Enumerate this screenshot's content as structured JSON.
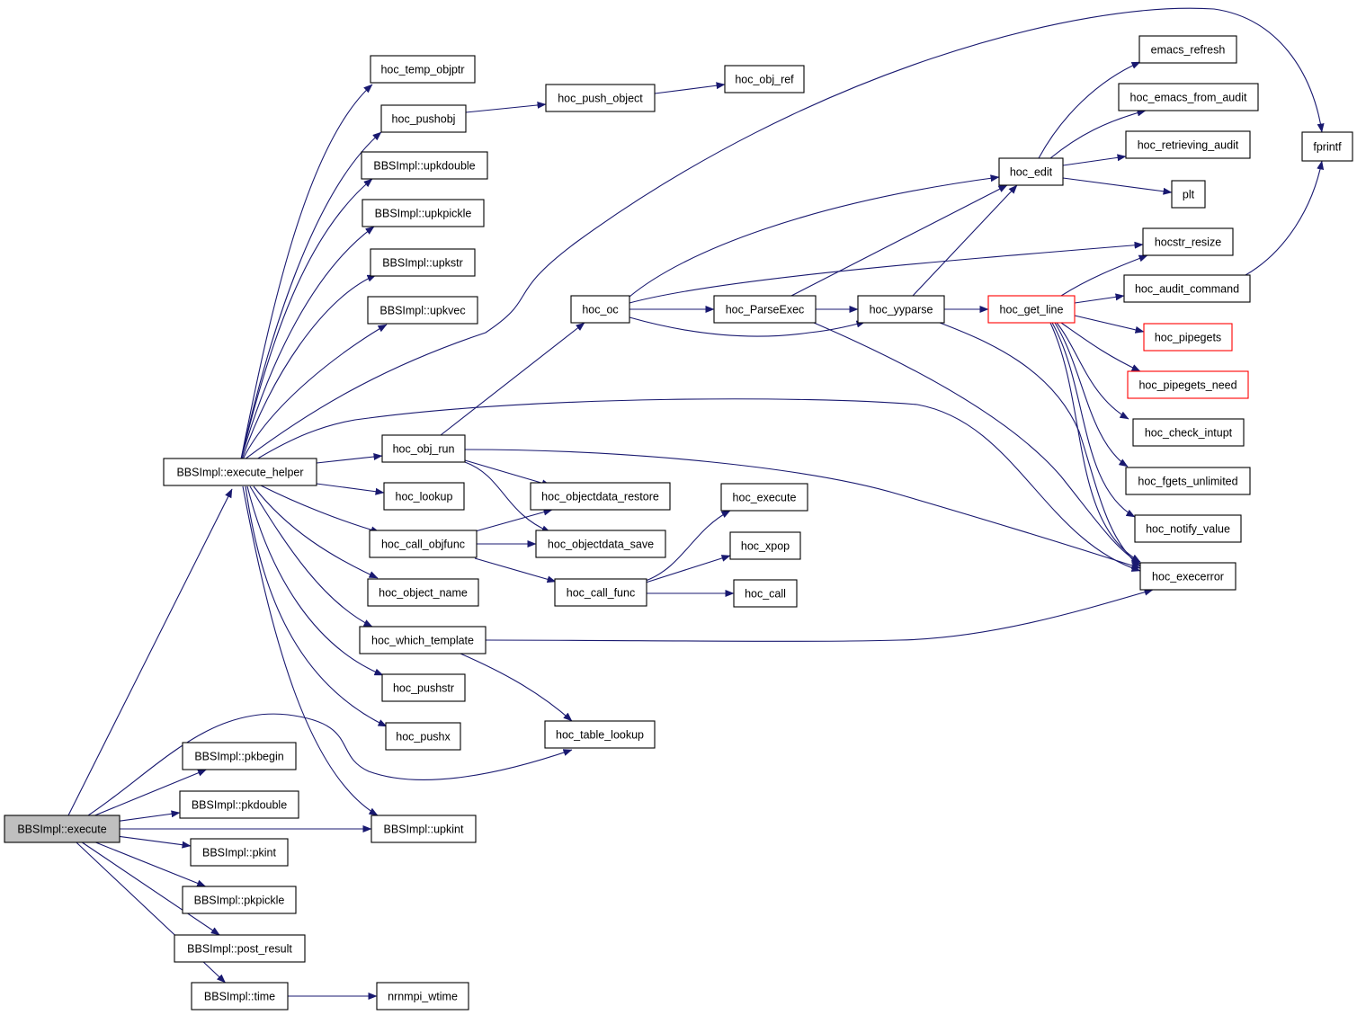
{
  "colors": {
    "edge": "#191970",
    "node_border": "#000000",
    "node_border_truncated": "#ff0000",
    "root_fill": "#bfbfbf",
    "node_fill": "#ffffff"
  },
  "nodes": [
    {
      "id": "execute",
      "label": "BBSImpl::execute",
      "style": "root"
    },
    {
      "id": "execute_helper",
      "label": "BBSImpl::execute_helper"
    },
    {
      "id": "pkbegin",
      "label": "BBSImpl::pkbegin"
    },
    {
      "id": "pkdouble",
      "label": "BBSImpl::pkdouble"
    },
    {
      "id": "pkint",
      "label": "BBSImpl::pkint"
    },
    {
      "id": "pkpickle",
      "label": "BBSImpl::pkpickle"
    },
    {
      "id": "post_result",
      "label": "BBSImpl::post_result"
    },
    {
      "id": "time",
      "label": "BBSImpl::time"
    },
    {
      "id": "nrnmpi_wtime",
      "label": "nrnmpi_wtime"
    },
    {
      "id": "upkint",
      "label": "BBSImpl::upkint"
    },
    {
      "id": "hoc_table_lookup",
      "label": "hoc_table_lookup"
    },
    {
      "id": "hoc_temp_objptr",
      "label": "hoc_temp_objptr"
    },
    {
      "id": "hoc_pushobj",
      "label": "hoc_pushobj"
    },
    {
      "id": "upkdouble",
      "label": "BBSImpl::upkdouble"
    },
    {
      "id": "upkpickle",
      "label": "BBSImpl::upkpickle"
    },
    {
      "id": "upkstr",
      "label": "BBSImpl::upkstr"
    },
    {
      "id": "upkvec",
      "label": "BBSImpl::upkvec"
    },
    {
      "id": "hoc_obj_run",
      "label": "hoc_obj_run"
    },
    {
      "id": "hoc_lookup",
      "label": "hoc_lookup"
    },
    {
      "id": "hoc_call_objfunc",
      "label": "hoc_call_objfunc"
    },
    {
      "id": "hoc_object_name",
      "label": "hoc_object_name"
    },
    {
      "id": "hoc_which_template",
      "label": "hoc_which_template"
    },
    {
      "id": "hoc_pushstr",
      "label": "hoc_pushstr"
    },
    {
      "id": "hoc_pushx",
      "label": "hoc_pushx"
    },
    {
      "id": "hoc_push_object",
      "label": "hoc_push_object"
    },
    {
      "id": "hoc_obj_ref",
      "label": "hoc_obj_ref"
    },
    {
      "id": "hoc_oc",
      "label": "hoc_oc"
    },
    {
      "id": "hoc_objectdata_restore",
      "label": "hoc_objectdata_restore"
    },
    {
      "id": "hoc_objectdata_save",
      "label": "hoc_objectdata_save"
    },
    {
      "id": "hoc_call_func",
      "label": "hoc_call_func"
    },
    {
      "id": "hoc_execute",
      "label": "hoc_execute"
    },
    {
      "id": "hoc_xpop",
      "label": "hoc_xpop"
    },
    {
      "id": "hoc_call",
      "label": "hoc_call"
    },
    {
      "id": "hoc_ParseExec",
      "label": "hoc_ParseExec"
    },
    {
      "id": "hoc_yyparse",
      "label": "hoc_yyparse"
    },
    {
      "id": "hoc_edit",
      "label": "hoc_edit"
    },
    {
      "id": "hoc_get_line",
      "label": "hoc_get_line",
      "style": "truncated"
    },
    {
      "id": "emacs_refresh",
      "label": "emacs_refresh"
    },
    {
      "id": "hoc_emacs_from_audit",
      "label": "hoc_emacs_from_audit"
    },
    {
      "id": "hoc_retrieving_audit",
      "label": "hoc_retrieving_audit"
    },
    {
      "id": "plt",
      "label": "plt"
    },
    {
      "id": "hocstr_resize",
      "label": "hocstr_resize"
    },
    {
      "id": "hoc_audit_command",
      "label": "hoc_audit_command"
    },
    {
      "id": "hoc_pipegets",
      "label": "hoc_pipegets",
      "style": "truncated"
    },
    {
      "id": "hoc_pipegets_need",
      "label": "hoc_pipegets_need",
      "style": "truncated"
    },
    {
      "id": "hoc_check_intupt",
      "label": "hoc_check_intupt"
    },
    {
      "id": "hoc_fgets_unlimited",
      "label": "hoc_fgets_unlimited"
    },
    {
      "id": "hoc_notify_value",
      "label": "hoc_notify_value"
    },
    {
      "id": "hoc_execerror",
      "label": "hoc_execerror"
    },
    {
      "id": "fprintf",
      "label": "fprintf"
    }
  ],
  "edges": [
    [
      "execute",
      "execute_helper"
    ],
    [
      "execute",
      "pkbegin"
    ],
    [
      "execute",
      "pkdouble"
    ],
    [
      "execute",
      "pkint"
    ],
    [
      "execute",
      "pkpickle"
    ],
    [
      "execute",
      "post_result"
    ],
    [
      "execute",
      "time"
    ],
    [
      "execute",
      "upkint"
    ],
    [
      "execute",
      "hoc_table_lookup"
    ],
    [
      "time",
      "nrnmpi_wtime"
    ],
    [
      "execute_helper",
      "hoc_temp_objptr"
    ],
    [
      "execute_helper",
      "hoc_pushobj"
    ],
    [
      "execute_helper",
      "upkdouble"
    ],
    [
      "execute_helper",
      "upkpickle"
    ],
    [
      "execute_helper",
      "upkstr"
    ],
    [
      "execute_helper",
      "upkvec"
    ],
    [
      "execute_helper",
      "fprintf"
    ],
    [
      "execute_helper",
      "hoc_execerror"
    ],
    [
      "execute_helper",
      "hoc_obj_run"
    ],
    [
      "execute_helper",
      "hoc_lookup"
    ],
    [
      "execute_helper",
      "hoc_call_objfunc"
    ],
    [
      "execute_helper",
      "hoc_object_name"
    ],
    [
      "execute_helper",
      "hoc_which_template"
    ],
    [
      "execute_helper",
      "hoc_pushstr"
    ],
    [
      "execute_helper",
      "hoc_pushx"
    ],
    [
      "execute_helper",
      "upkint"
    ],
    [
      "hoc_pushobj",
      "hoc_push_object"
    ],
    [
      "hoc_push_object",
      "hoc_obj_ref"
    ],
    [
      "hoc_obj_run",
      "hoc_oc"
    ],
    [
      "hoc_obj_run",
      "hoc_objectdata_restore"
    ],
    [
      "hoc_obj_run",
      "hoc_objectdata_save"
    ],
    [
      "hoc_obj_run",
      "hoc_execerror"
    ],
    [
      "hoc_call_objfunc",
      "hoc_objectdata_restore"
    ],
    [
      "hoc_call_objfunc",
      "hoc_objectdata_save"
    ],
    [
      "hoc_call_objfunc",
      "hoc_call_func"
    ],
    [
      "hoc_call_func",
      "hoc_execute"
    ],
    [
      "hoc_call_func",
      "hoc_xpop"
    ],
    [
      "hoc_call_func",
      "hoc_call"
    ],
    [
      "hoc_which_template",
      "hoc_execerror"
    ],
    [
      "hoc_which_template",
      "hoc_table_lookup"
    ],
    [
      "hoc_oc",
      "hoc_edit"
    ],
    [
      "hoc_oc",
      "hocstr_resize"
    ],
    [
      "hoc_oc",
      "hoc_ParseExec"
    ],
    [
      "hoc_oc",
      "hoc_yyparse"
    ],
    [
      "hoc_ParseExec",
      "hoc_yyparse"
    ],
    [
      "hoc_ParseExec",
      "hoc_edit"
    ],
    [
      "hoc_ParseExec",
      "hoc_execerror"
    ],
    [
      "hoc_yyparse",
      "hoc_edit"
    ],
    [
      "hoc_yyparse",
      "hoc_get_line"
    ],
    [
      "hoc_yyparse",
      "hoc_execerror"
    ],
    [
      "hoc_edit",
      "emacs_refresh"
    ],
    [
      "hoc_edit",
      "hoc_emacs_from_audit"
    ],
    [
      "hoc_edit",
      "hoc_retrieving_audit"
    ],
    [
      "hoc_edit",
      "plt"
    ],
    [
      "hoc_get_line",
      "hocstr_resize"
    ],
    [
      "hoc_get_line",
      "hoc_audit_command"
    ],
    [
      "hoc_get_line",
      "hoc_pipegets"
    ],
    [
      "hoc_get_line",
      "hoc_pipegets_need"
    ],
    [
      "hoc_get_line",
      "hoc_check_intupt"
    ],
    [
      "hoc_get_line",
      "hoc_fgets_unlimited"
    ],
    [
      "hoc_get_line",
      "hoc_notify_value"
    ],
    [
      "hoc_get_line",
      "hoc_execerror"
    ],
    [
      "hoc_audit_command",
      "fprintf"
    ]
  ]
}
